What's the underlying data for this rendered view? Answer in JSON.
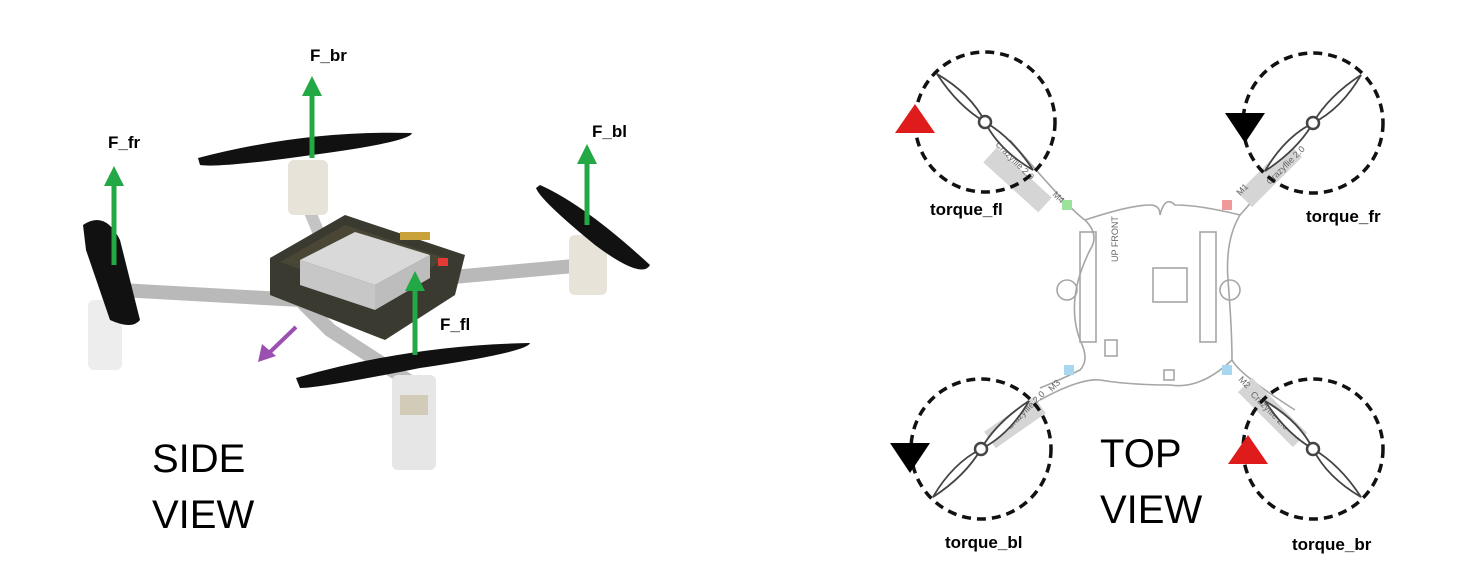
{
  "side_view": {
    "title_line1": "SIDE",
    "title_line2": "VIEW",
    "forces": {
      "fr": "F_fr",
      "br": "F_br",
      "bl": "F_bl",
      "fl": "F_fl"
    }
  },
  "top_view": {
    "title_line1": "TOP",
    "title_line2": "VIEW",
    "torques": {
      "fl": "torque_fl",
      "fr": "torque_fr",
      "bl": "torque_bl",
      "br": "torque_br"
    },
    "board_label": "Crazyflie 2.0",
    "motor_labels": [
      "M1",
      "M2",
      "M3",
      "M4"
    ],
    "front_marker": "UP FRONT"
  },
  "colors": {
    "force_arrow": "#22a844",
    "torque_ccw_marker": "#e01b1b",
    "torque_cw_marker": "#000000",
    "velocity_arrow": "#9b4fb0"
  }
}
